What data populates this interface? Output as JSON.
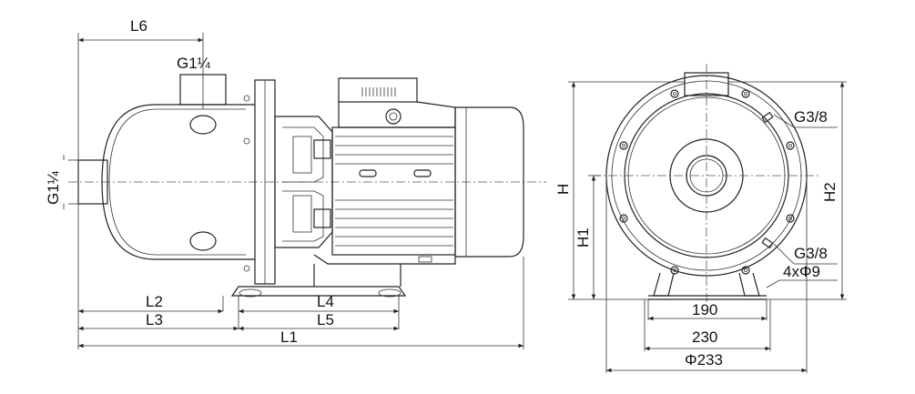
{
  "side_view": {
    "labels": {
      "L6": "L6",
      "G_top": "G1¼",
      "G_inlet": "G1¼",
      "L2": "L2",
      "L3": "L3",
      "L4": "L4",
      "L5": "L5",
      "L1": "L1"
    }
  },
  "front_view": {
    "labels": {
      "H": "H",
      "H1": "H1",
      "H2": "H2",
      "G_drain_top": "G3/8",
      "G_drain_bottom": "G3/8",
      "bolt_holes": "4xΦ9",
      "d190": "190",
      "d230": "230",
      "d233": "Φ233"
    }
  }
}
